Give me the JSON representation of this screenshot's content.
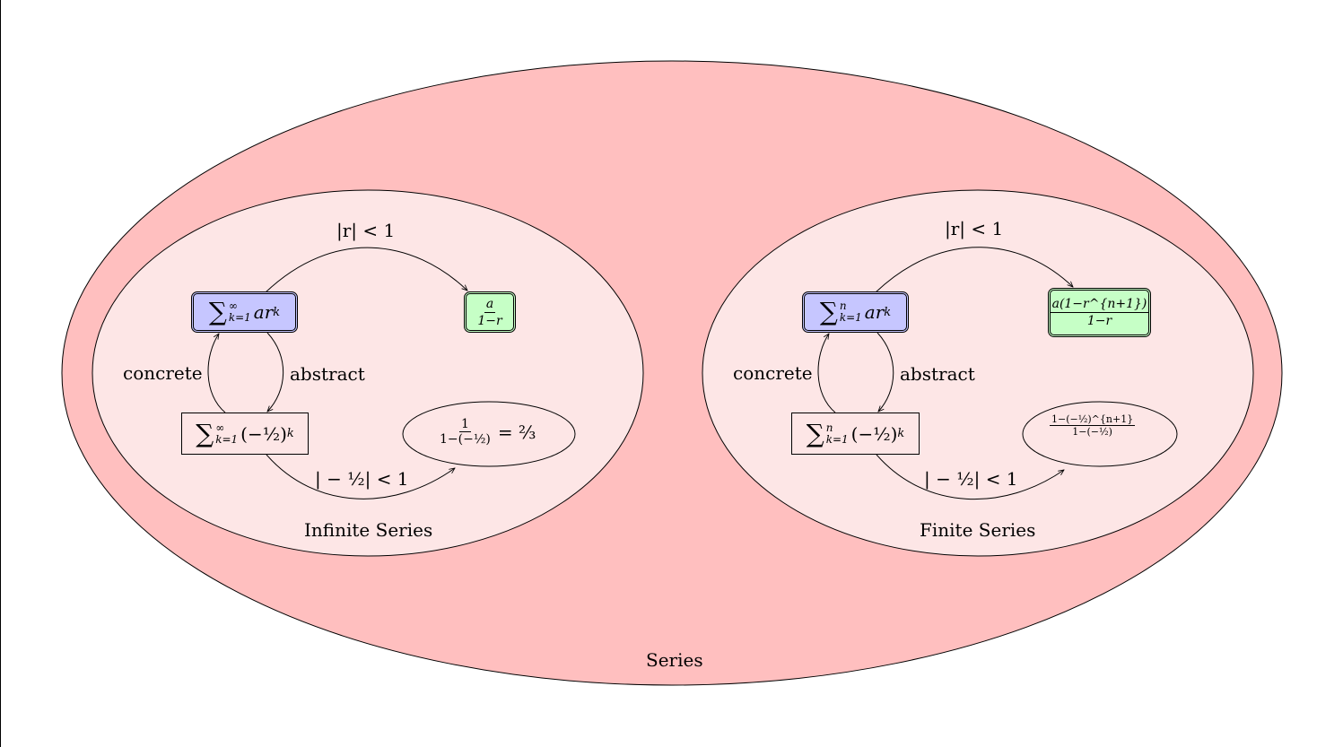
{
  "diagram": {
    "outer_label": "Series",
    "colors": {
      "outer_fill": "#ffbfbf",
      "inner_fill": "#fde6e6",
      "abstract_node_fill": "#c6c6ff",
      "result_node_fill": "#c6ffc6"
    },
    "infinite": {
      "label": "Infinite Series",
      "abstract_sum_upper": "∞",
      "abstract_sum_lower": "k=1",
      "abstract_term": "ar",
      "abstract_exp": "k",
      "result_num": "a",
      "result_den": "1−r",
      "concrete_sum_upper": "∞",
      "concrete_sum_lower": "k=1",
      "concrete_term": "(−½)",
      "concrete_exp": "k",
      "eval_num": "1",
      "eval_den": "1−(−½)",
      "eval_rhs": "= ⅔",
      "cond_top": "|r| < 1",
      "cond_bottom": "| − ½| < 1",
      "edge_concrete": "concrete",
      "edge_abstract": "abstract"
    },
    "finite": {
      "label": "Finite Series",
      "abstract_sum_upper": "n",
      "abstract_sum_lower": "k=1",
      "abstract_term": "ar",
      "abstract_exp": "k",
      "result_num": "a(1−r^{n+1})",
      "result_den": "1−r",
      "concrete_sum_upper": "n",
      "concrete_sum_lower": "k=1",
      "concrete_term": "(−½)",
      "concrete_exp": "k",
      "eval_num": "1−(−½)^{n+1}",
      "eval_den": "1−(−½)",
      "cond_top": "|r| < 1",
      "cond_bottom": "| − ½| < 1",
      "edge_concrete": "concrete",
      "edge_abstract": "abstract"
    }
  }
}
